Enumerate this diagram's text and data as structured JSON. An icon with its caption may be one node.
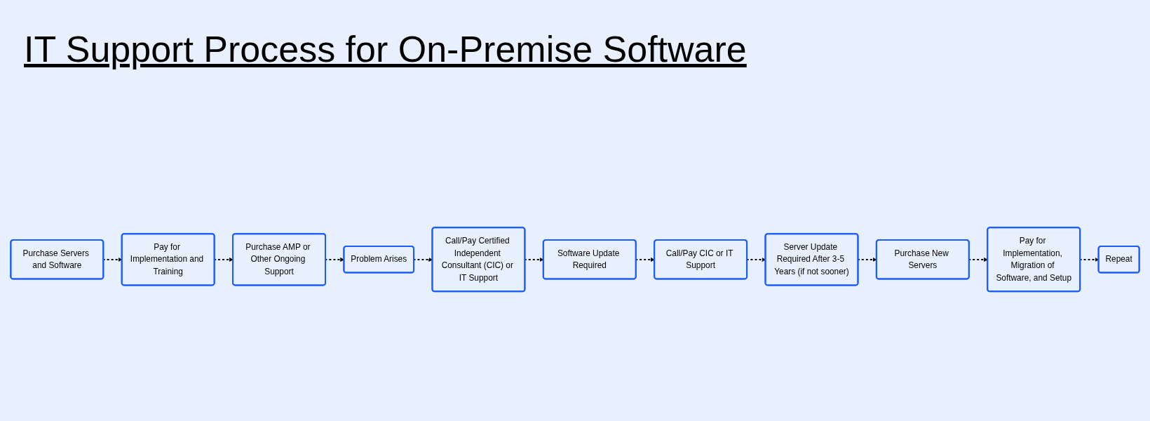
{
  "diagram": {
    "title": "IT Support Process for On-Premise Software",
    "nodes": [
      {
        "text": [
          "Purchase Servers and Software"
        ]
      },
      {
        "text": [
          "Pay for Implementation and Training"
        ]
      },
      {
        "text": [
          "Purchase AMP or Other Ongoing Support"
        ]
      },
      {
        "text": [
          "Problem Arises"
        ]
      },
      {
        "text": [
          "Call/Pay Certified Independent Consultant (CIC) or IT Support"
        ]
      },
      {
        "text": [
          "Software Update Required"
        ]
      },
      {
        "text": [
          "Call/Pay CIC or IT Support"
        ]
      },
      {
        "text": [
          "Server Update Required After 3-5 Years (if not sooner)"
        ]
      },
      {
        "text": [
          "Purchase New Servers"
        ]
      },
      {
        "text": [
          "Pay for Implementation, Migration of Software, and Setup"
        ]
      },
      {
        "text": [
          "Repeat"
        ]
      }
    ],
    "edges": [
      {
        "from": 0,
        "to": 1,
        "arrow": "to",
        "style": "dashed"
      },
      {
        "from": 1,
        "to": 2,
        "arrow": "to",
        "style": "dashed"
      },
      {
        "from": 2,
        "to": 3,
        "arrow": "to",
        "style": "dashed"
      },
      {
        "from": 3,
        "to": 4,
        "arrow": "to",
        "style": "dashed"
      },
      {
        "from": 4,
        "to": 5,
        "arrow": "to",
        "style": "dashed"
      },
      {
        "from": 5,
        "to": 6,
        "arrow": "to",
        "style": "dashed"
      },
      {
        "from": 6,
        "to": 7,
        "arrow": "to",
        "style": "dashed"
      },
      {
        "from": 7,
        "to": 8,
        "arrow": "to",
        "style": "dashed"
      },
      {
        "from": 8,
        "to": 9,
        "arrow": "to",
        "style": "dashed"
      },
      {
        "from": 9,
        "to": 10,
        "arrow": "to",
        "style": "dashed"
      }
    ]
  }
}
